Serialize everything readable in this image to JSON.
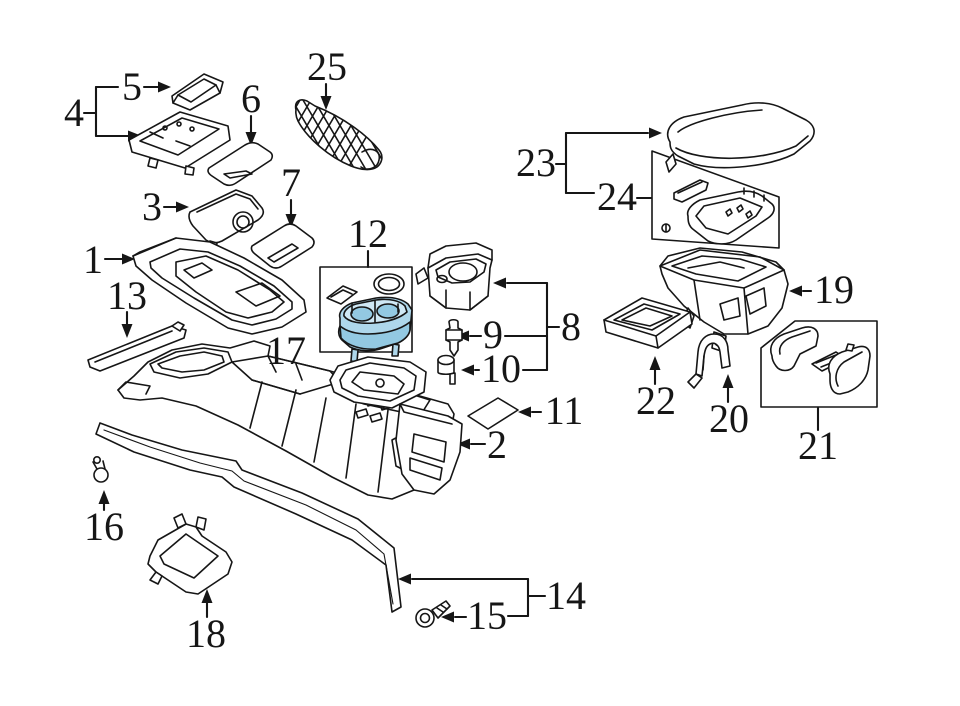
{
  "diagram": {
    "background_color": "#ffffff",
    "line_color": "#161616",
    "highlighted_part": {
      "callout_ref": "12",
      "fill": "#aed7eb",
      "fill_light": "#cfe8f5",
      "fill_dark": "#93c9e2"
    },
    "callouts": {
      "c1": {
        "label": "1"
      },
      "c2": {
        "label": "2"
      },
      "c3": {
        "label": "3"
      },
      "c4": {
        "label": "4"
      },
      "c5": {
        "label": "5"
      },
      "c6": {
        "label": "6"
      },
      "c7": {
        "label": "7"
      },
      "c8": {
        "label": "8"
      },
      "c9": {
        "label": "9"
      },
      "c10": {
        "label": "10"
      },
      "c11": {
        "label": "11"
      },
      "c12": {
        "label": "12"
      },
      "c13": {
        "label": "13"
      },
      "c14": {
        "label": "14"
      },
      "c15": {
        "label": "15"
      },
      "c16": {
        "label": "16"
      },
      "c17": {
        "label": "17"
      },
      "c18": {
        "label": "18"
      },
      "c19": {
        "label": "19"
      },
      "c20": {
        "label": "20"
      },
      "c21": {
        "label": "21"
      },
      "c22": {
        "label": "22"
      },
      "c23": {
        "label": "23"
      },
      "c24": {
        "label": "24"
      },
      "c25": {
        "label": "25"
      }
    }
  }
}
